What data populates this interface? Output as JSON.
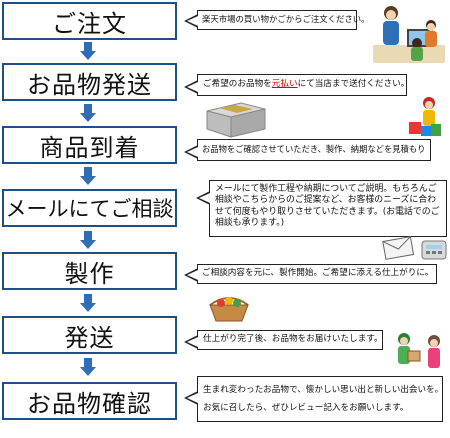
{
  "flow": {
    "steps": [
      {
        "label": "ご注文"
      },
      {
        "label": "お品物発送"
      },
      {
        "label": "商品到着"
      },
      {
        "label": "メールにてご相談"
      },
      {
        "label": "製作"
      },
      {
        "label": "発送"
      },
      {
        "label": "お品物確認"
      }
    ],
    "notes": {
      "order": "楽天市場の買い物かごからご注文ください。",
      "ship_before": "ご希望のお品物を",
      "ship_highlight": "元払い",
      "ship_after": "にて当店まで送付ください。",
      "arrive": "お品物をご確認させていただき、製作、納期などを見積もり",
      "consult": "メールにて製作工程や納期についてご説明。もちろんご相談やこちらからのご提案など、お客様のニーズに合わせて何度もやり取りさせていただきます。(お電話でのご相談も承ります。)",
      "produce": "ご相談内容を元に、製作開始。ご希望に添える仕上がりに。",
      "ship_back": "仕上がり完了後、お品物をお届けいたします。",
      "confirm_line1": "生まれ変わったお品物で、懐かしい思い出と新しい出会いを。",
      "confirm_line2": "お気に召したら、ぜひレビュー記入をお願いします。"
    },
    "colors": {
      "border": "#1f4f86",
      "arrow": "#2f6db5",
      "highlight": "#d40000"
    }
  }
}
